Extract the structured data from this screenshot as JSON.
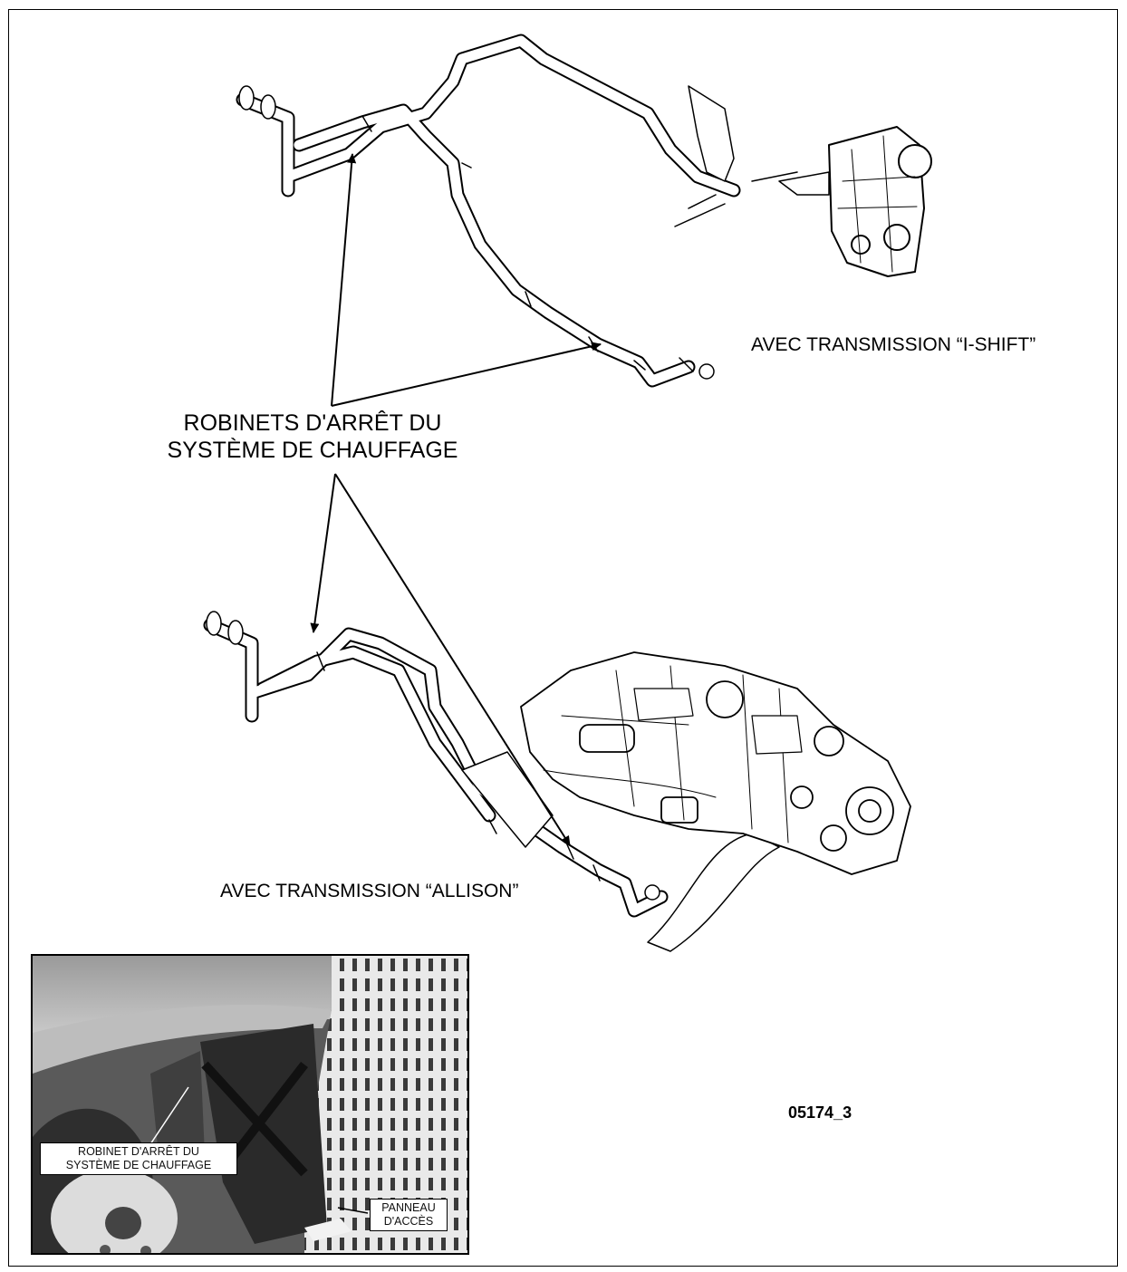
{
  "labels": {
    "ishift": "AVEC TRANSMISSION “I-SHIFT”",
    "robinets_line1": "ROBINETS D'ARRÊT DU",
    "robinets_line2": "SYSTÈME DE CHAUFFAGE",
    "allison": "AVEC TRANSMISSION “ALLISON”",
    "reference": "05174_3"
  },
  "photo": {
    "valve_line1": "ROBINET D'ARRÊT DU",
    "valve_line2": "SYSTÈME DE CHAUFFAGE",
    "panel_line1": "PANNEAU",
    "panel_line2": "D'ACCÈS"
  },
  "colors": {
    "line": "#000000",
    "pipe_fill": "#ffffff",
    "photo_base": "#777777"
  }
}
